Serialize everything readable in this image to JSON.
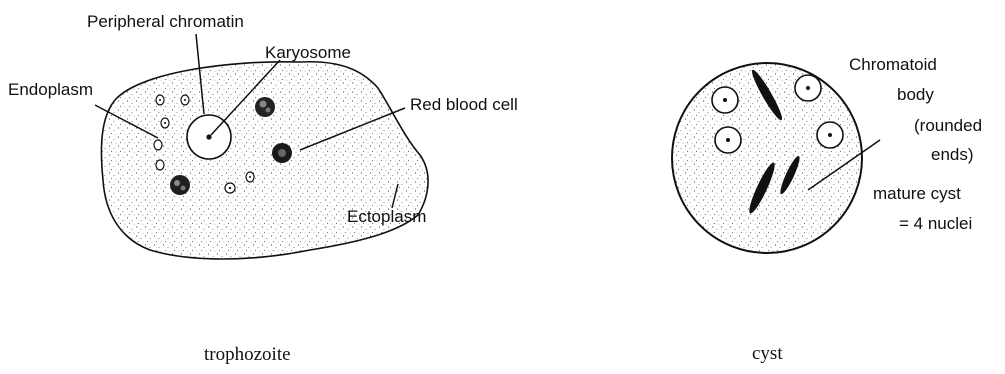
{
  "trophozoite": {
    "caption": "trophozoite",
    "labels": {
      "peripheral_chromatin": "Peripheral chromatin",
      "karyosome": "Karyosome",
      "endoplasm": "Endoplasm",
      "red_blood_cell": "Red blood cell",
      "ectoplasm": "Ectoplasm"
    }
  },
  "cyst": {
    "caption": "cyst",
    "labels": {
      "chromatoid_line1": "Chromatoid",
      "chromatoid_line2": "body",
      "chromatoid_line3": "(rounded",
      "chromatoid_line4": "ends)",
      "mature_line1": "mature cyst",
      "mature_line2": "= 4 nuclei"
    }
  },
  "colors": {
    "ink": "#111111",
    "background": "#ffffff",
    "stipple": "#555555"
  }
}
